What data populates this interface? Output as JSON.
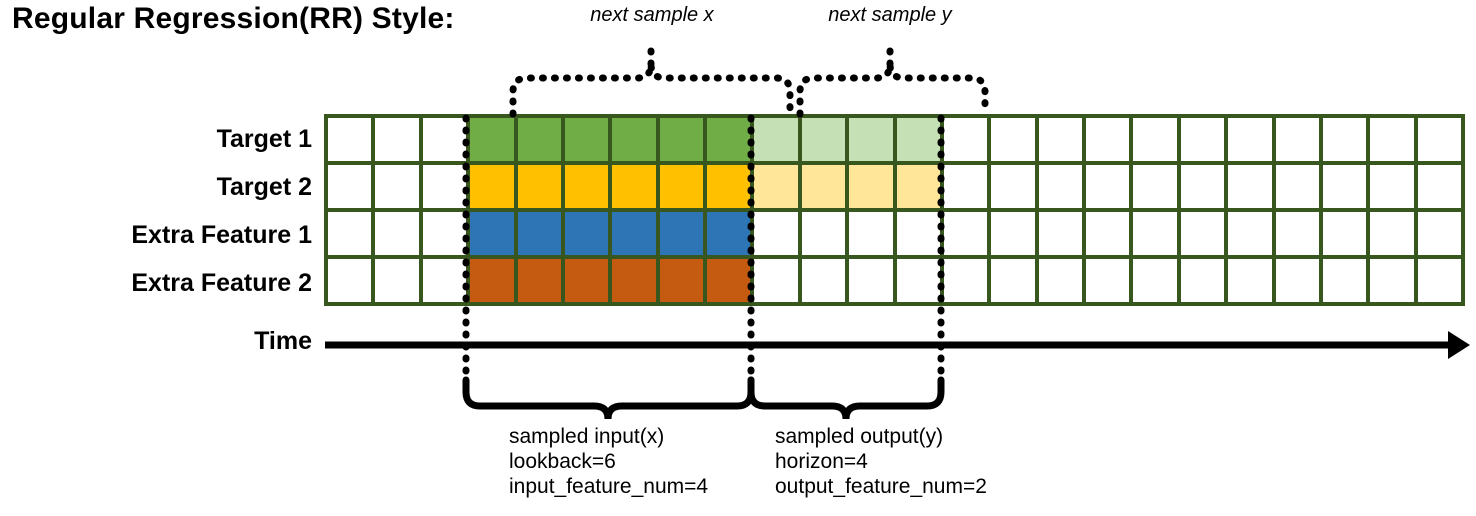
{
  "title": "Regular Regression(RR) Style:",
  "annotations": {
    "next_sample_x": "next sample x",
    "next_sample_y": "next sample y"
  },
  "rows": [
    {
      "label": "Target 1",
      "name": "target-1"
    },
    {
      "label": "Target 2",
      "name": "target-2"
    },
    {
      "label": "Extra Feature 1",
      "name": "extra-feature-1"
    },
    {
      "label": "Extra Feature 2",
      "name": "extra-feature-2"
    }
  ],
  "axis": {
    "label": "Time",
    "direction": "right"
  },
  "grid": {
    "columns": 24,
    "rows": 4,
    "border_color": "#38571f",
    "empty_color": "#ffffff",
    "cells": [
      [
        "empty",
        "empty",
        "empty",
        "green",
        "green",
        "green",
        "green",
        "green",
        "green",
        "green-lt",
        "green-lt",
        "green-lt",
        "green-lt",
        "empty",
        "empty",
        "empty",
        "empty",
        "empty",
        "empty",
        "empty",
        "empty",
        "empty",
        "empty",
        "empty"
      ],
      [
        "empty",
        "empty",
        "empty",
        "gold",
        "gold",
        "gold",
        "gold",
        "gold",
        "gold",
        "gold-lt",
        "gold-lt",
        "gold-lt",
        "gold-lt",
        "empty",
        "empty",
        "empty",
        "empty",
        "empty",
        "empty",
        "empty",
        "empty",
        "empty",
        "empty",
        "empty"
      ],
      [
        "empty",
        "empty",
        "empty",
        "blue",
        "blue",
        "blue",
        "blue",
        "blue",
        "blue",
        "empty",
        "empty",
        "empty",
        "empty",
        "empty",
        "empty",
        "empty",
        "empty",
        "empty",
        "empty",
        "empty",
        "empty",
        "empty",
        "empty",
        "empty"
      ],
      [
        "empty",
        "empty",
        "empty",
        "orange",
        "orange",
        "orange",
        "orange",
        "orange",
        "orange",
        "empty",
        "empty",
        "empty",
        "empty",
        "empty",
        "empty",
        "empty",
        "empty",
        "empty",
        "empty",
        "empty",
        "empty",
        "empty",
        "empty",
        "empty"
      ]
    ]
  },
  "colors": {
    "green": "#70ad47",
    "green_light": "#c5e0b4",
    "gold": "#ffc000",
    "gold_light": "#ffe699",
    "blue": "#2e75b6",
    "orange": "#c55a11",
    "grid_border": "#38571f",
    "line": "#000000"
  },
  "captions": {
    "input": {
      "line1": "sampled input(x)",
      "line2": "lookback=6",
      "line3": "input_feature_num=4"
    },
    "output": {
      "line1": "sampled output(y)",
      "line2": "horizon=4",
      "line3": "output_feature_num=2"
    }
  }
}
